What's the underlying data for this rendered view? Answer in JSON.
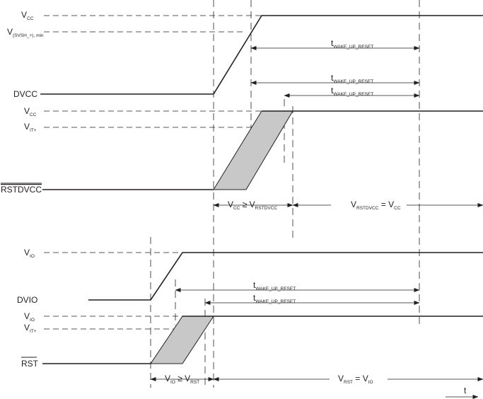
{
  "labels": {
    "vcc": "V",
    "vcc_sub": "CC",
    "vsvsh": "V",
    "vsvsh_sub": "(SVSH_+), min",
    "dvcc": "DVCC",
    "vcc2": "V",
    "vcc2_sub": "CC",
    "vit1": "V",
    "vit1_sub": "IT+",
    "rstdvcc": "RSTDVCC",
    "vio": "V",
    "vio_sub": "IO",
    "dvio": "DVIO",
    "vio2": "V",
    "vio2_sub": "IO",
    "vit2": "V",
    "vit2_sub": "IT+",
    "rst": "RST",
    "t": "t"
  },
  "timing": {
    "twake": "t",
    "twake_sub": "WAKE_UP_RESET"
  },
  "regions": {
    "r1_a": "V",
    "r1_a_sub": "CC",
    "r1_op": " ≥ V",
    "r1_b_sub": "RSTDVCC",
    "r2_a": "V",
    "r2_a_sub": "RSTDVCC",
    "r2_op": " = V",
    "r2_b_sub": "CC",
    "r3_a": "V",
    "r3_a_sub": "IO",
    "r3_op": " ≥ V",
    "r3_b_sub": "RST",
    "r4_a": "V",
    "r4_a_sub": "RST",
    "r4_op": " = V",
    "r4_b_sub": "IO"
  }
}
